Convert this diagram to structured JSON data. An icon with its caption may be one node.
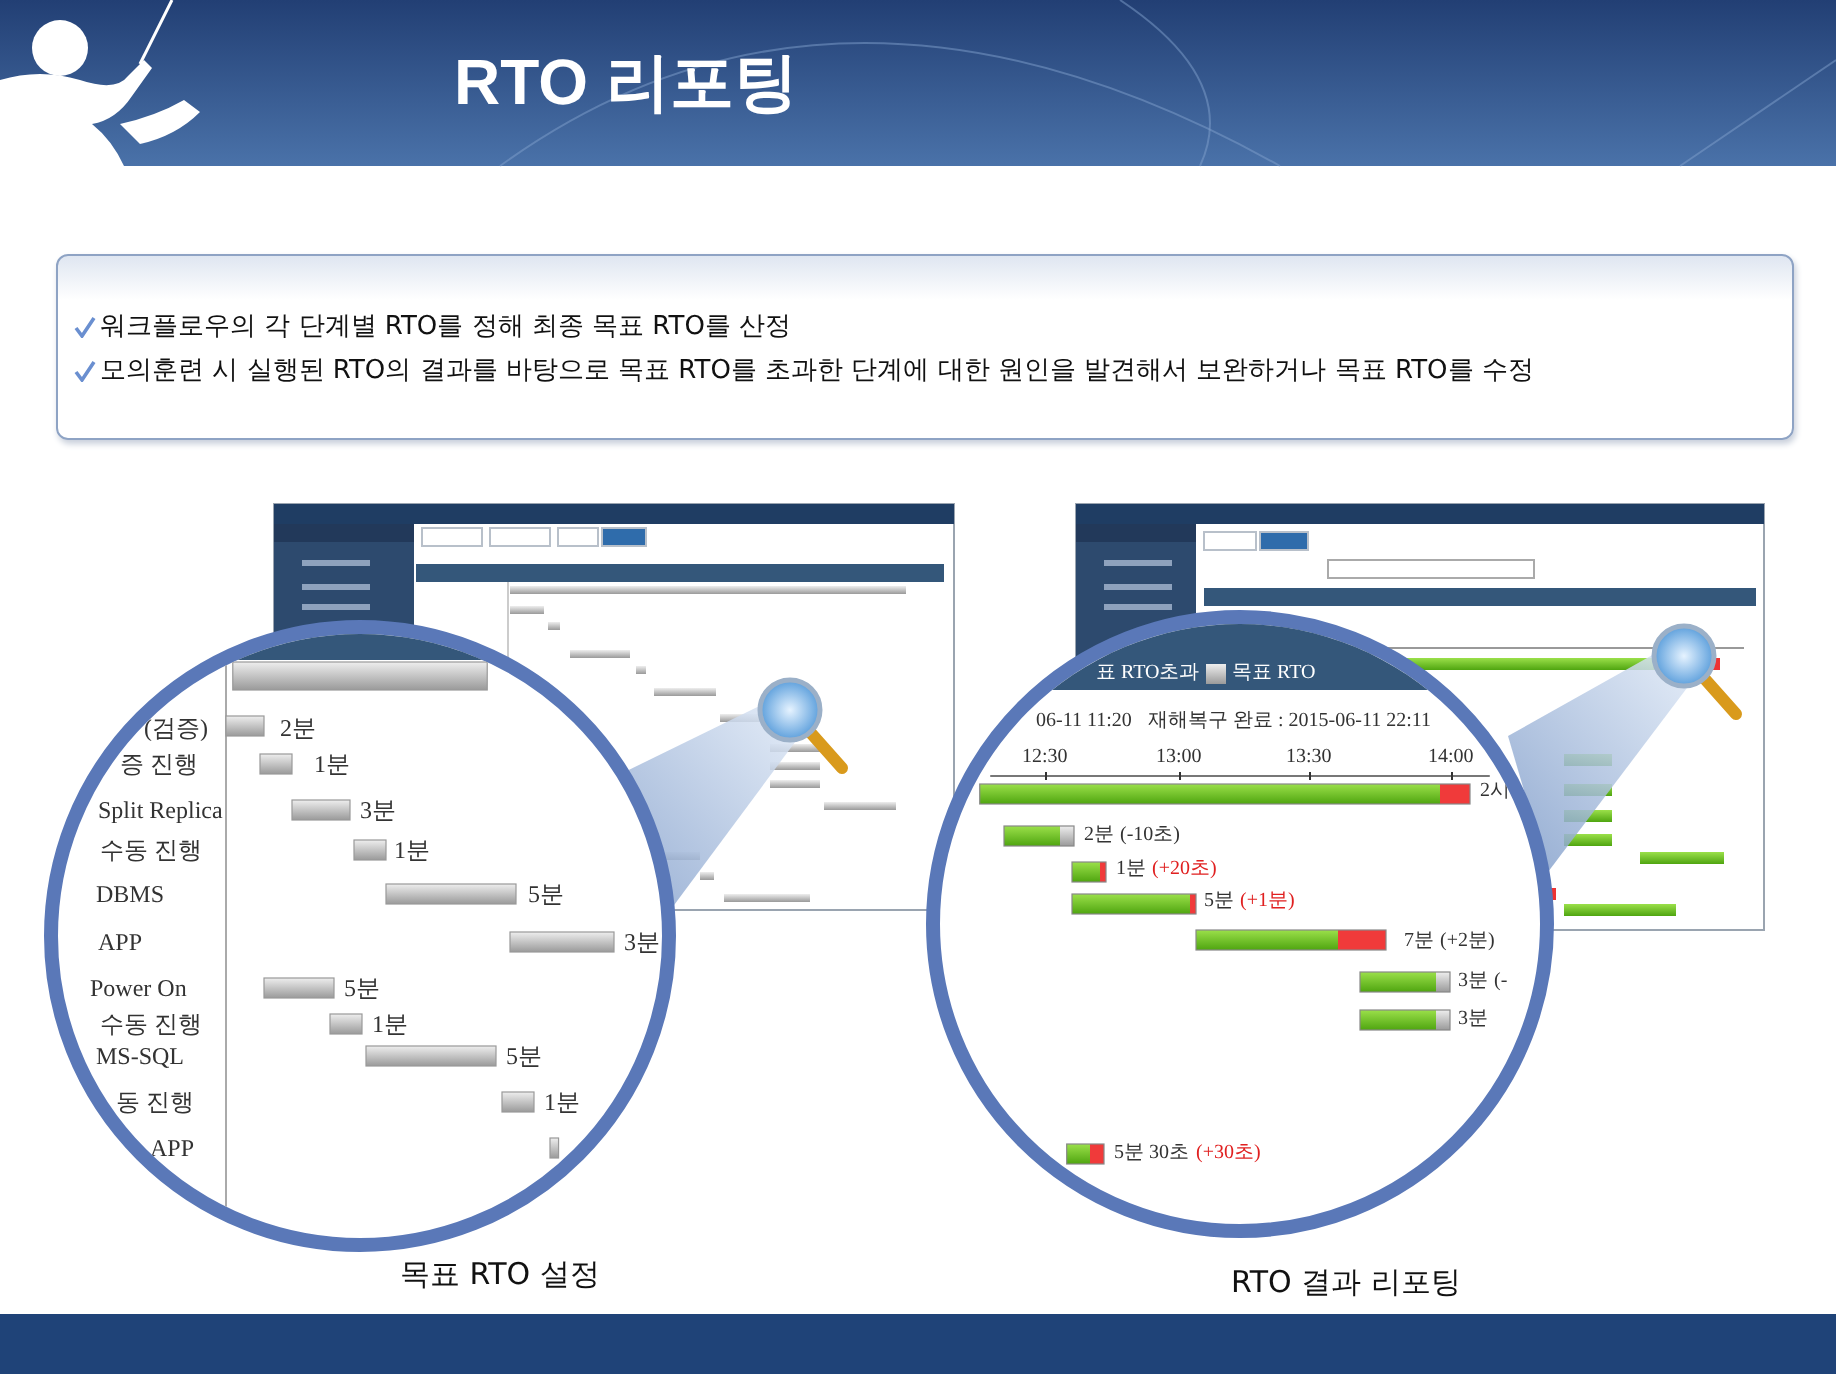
{
  "diagram": {
    "title": "RTO 리포팅",
    "nodes": [
      {
        "text": [
          "워크플로우의 각 단계별 RTO를 정해 최종 목표 RTO를 산정",
          "모의훈련 시 실행된 RTO의 결과를 바탕으로 목표 RTO를 초과한 단계에 대한 원인을 발견해서 보완하거나 목표 RTO를 수정"
        ]
      },
      {
        "text": [
          "(검증)",
          "2분",
          "증 진행",
          "1분",
          "Split Replica",
          "3분",
          "수동 진행",
          "1분",
          "DBMS",
          "5분",
          "APP",
          "3분",
          "Power On",
          "5분",
          "수동 진행",
          "1분",
          "MS-SQL",
          "5분",
          "동 진행",
          "1분",
          "APP"
        ],
        "beside": [
          "목표 RTO 설정"
        ]
      },
      {
        "text": [
          "표 RTO초과",
          "목표 RTO",
          "06-11 11:20",
          "재해복구 완료 : 2015-06-11 22:11",
          "12:30",
          "13:00",
          "13:30",
          "14:00",
          "2시",
          "2분",
          "(-10초)",
          "1분",
          "(+20초)",
          "5분",
          "(+1분)",
          "7분",
          "(+2분)",
          "3분",
          "(-",
          "3분",
          "5분 30초",
          "(+30초)"
        ],
        "beside": [
          "RTO 결과 리포팅"
        ]
      }
    ]
  }
}
